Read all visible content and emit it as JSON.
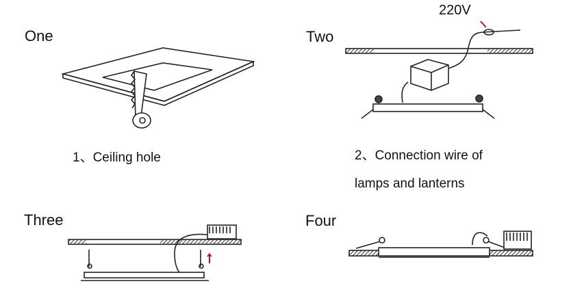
{
  "steps": [
    {
      "title": "One",
      "caption": "1、Ceiling hole"
    },
    {
      "title": "Two",
      "caption_line1": "2、Connection wire of",
      "caption_line2": "lamps and lanterns",
      "voltage": "220V"
    },
    {
      "title": "Three"
    },
    {
      "title": "Four"
    }
  ],
  "colors": {
    "line": "#222222",
    "arrow": "#b01818"
  }
}
